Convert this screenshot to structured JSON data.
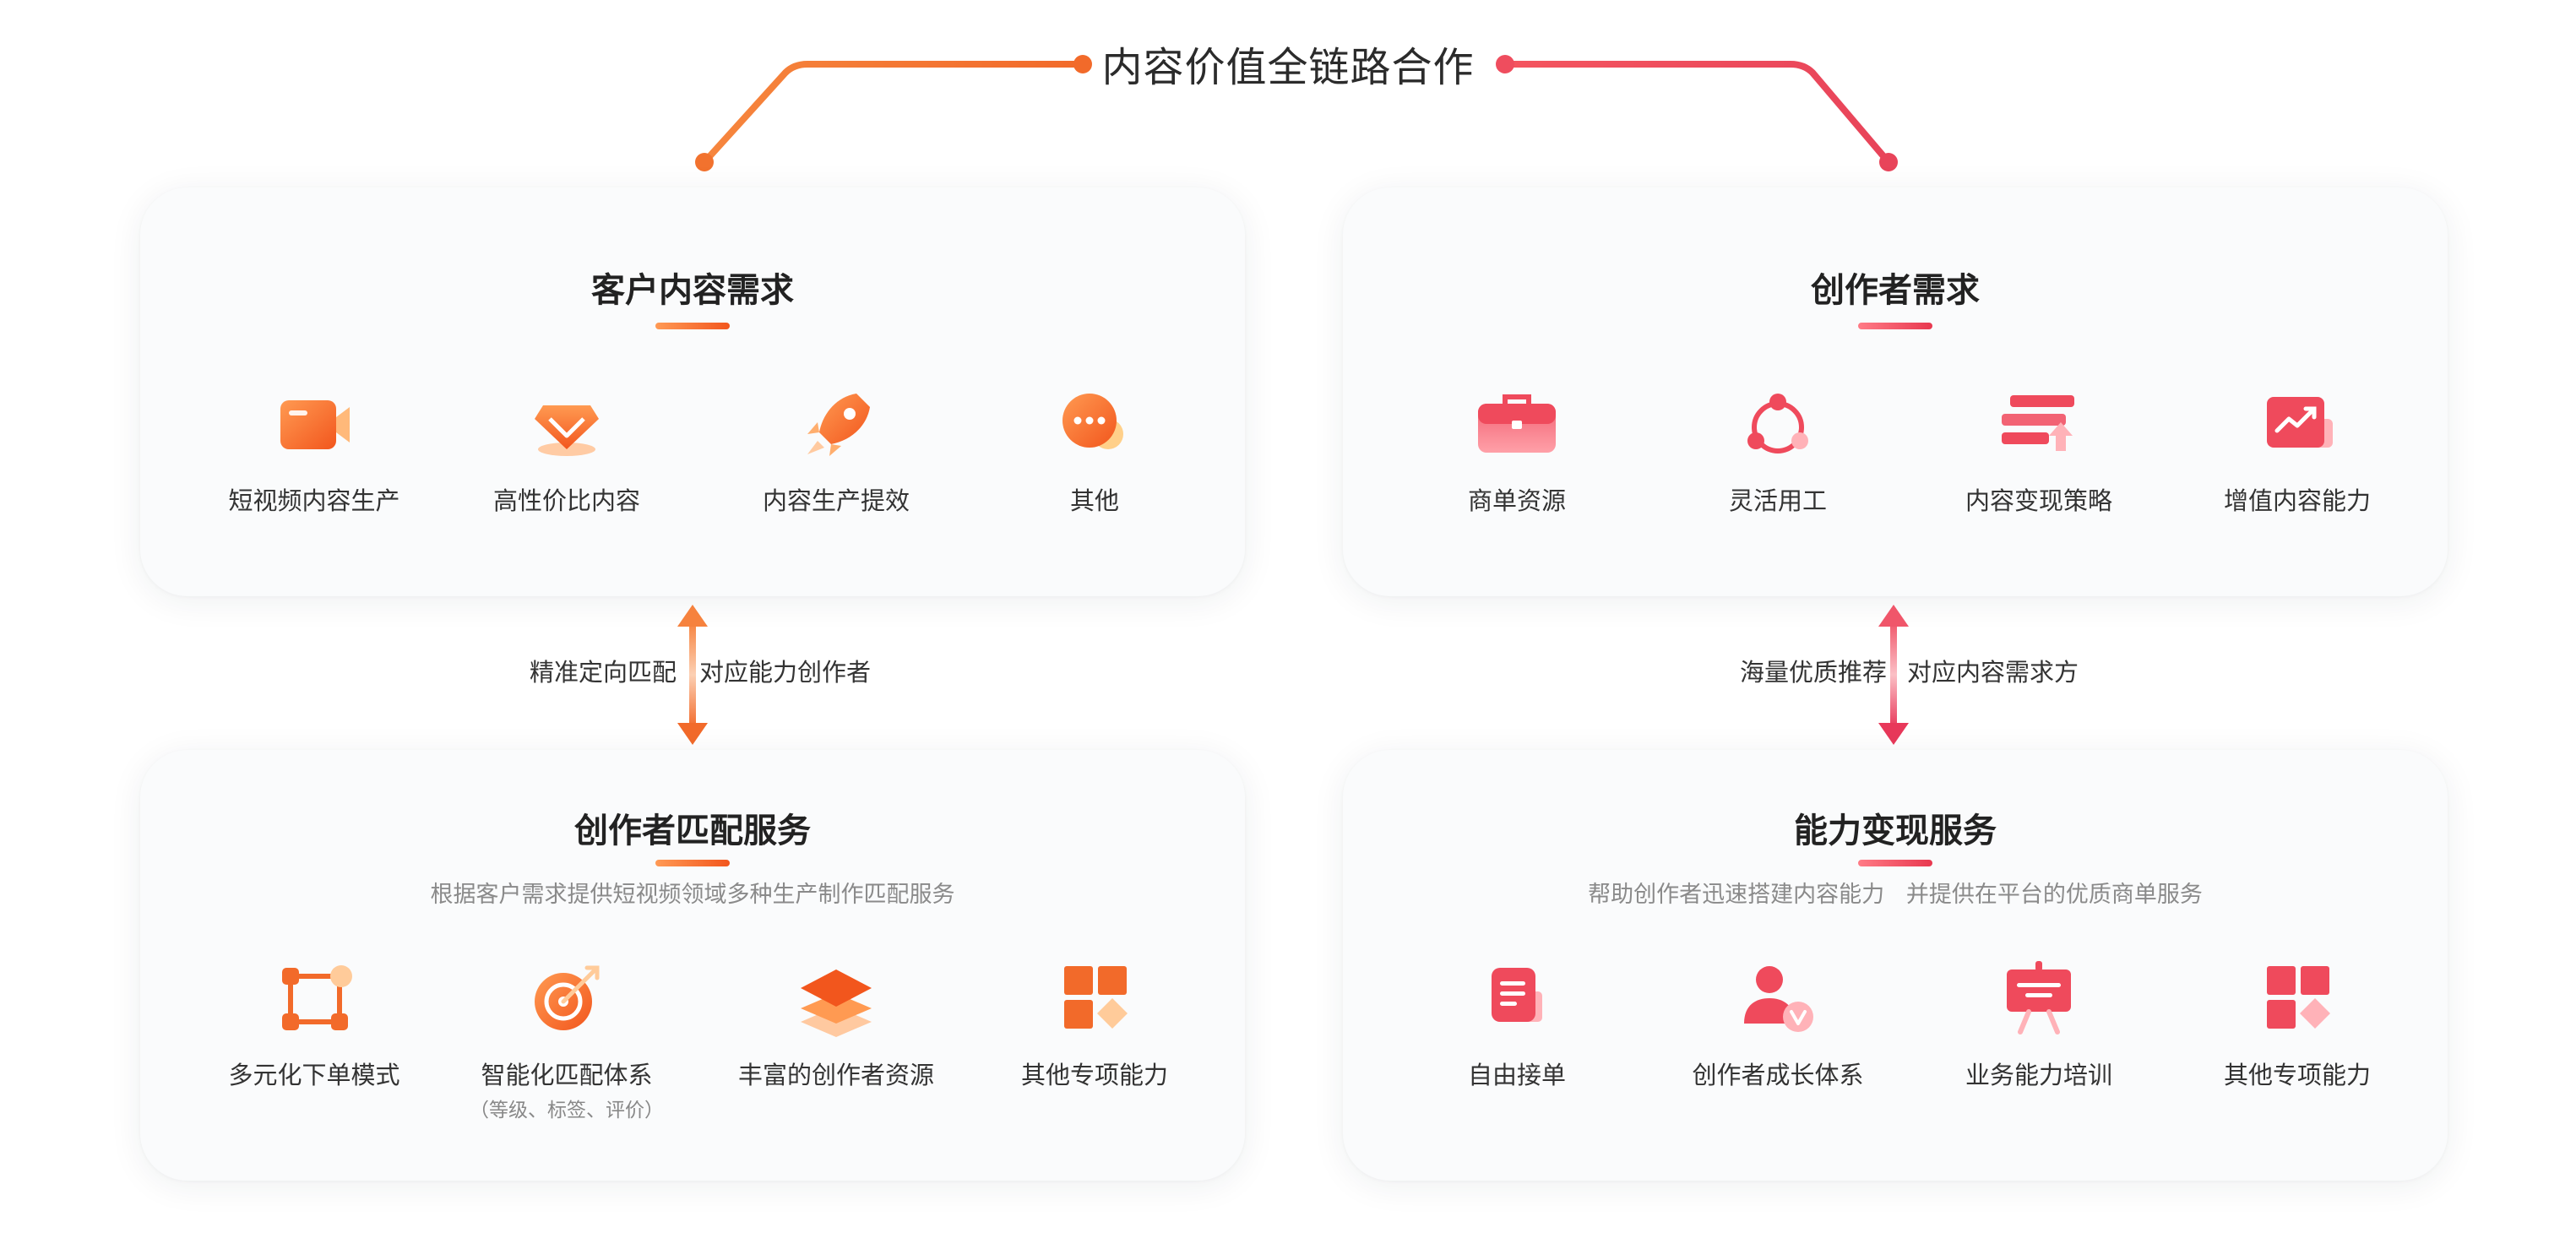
{
  "title": "内容价值全链路合作",
  "colors": {
    "orange": "#f26a2a",
    "red": "#ee4a5c",
    "card_bg": "#fafbfc",
    "text": "#333333",
    "muted": "#8a8a8a"
  },
  "cards": {
    "customer_needs": {
      "title": "客户内容需求",
      "items": [
        {
          "label": "短视频内容生产",
          "icon": "video-camera-icon"
        },
        {
          "label": "高性价比内容",
          "icon": "diamond-icon"
        },
        {
          "label": "内容生产提效",
          "icon": "rocket-icon"
        },
        {
          "label": "其他",
          "icon": "chat-bubble-icon"
        }
      ]
    },
    "creator_needs": {
      "title": "创作者需求",
      "items": [
        {
          "label": "商单资源",
          "icon": "briefcase-icon"
        },
        {
          "label": "灵活用工",
          "icon": "cycle-icon"
        },
        {
          "label": "内容变现策略",
          "icon": "strategy-stack-icon"
        },
        {
          "label": "增值内容能力",
          "icon": "trend-chart-icon"
        }
      ]
    },
    "creator_matching": {
      "title": "创作者匹配服务",
      "subtitle": "根据客户需求提供短视频领域多种生产制作匹配服务",
      "items": [
        {
          "label": "多元化下单模式",
          "icon": "nodes-icon"
        },
        {
          "label": "智能化匹配体系",
          "note": "（等级、标签、评价）",
          "icon": "target-icon"
        },
        {
          "label": "丰富的创作者资源",
          "icon": "layers-icon"
        },
        {
          "label": "其他专项能力",
          "icon": "grid-blocks-icon"
        }
      ]
    },
    "monetization": {
      "title": "能力变现服务",
      "subtitle": "帮助创作者迅速搭建内容能力   并提供在平台的优质商单服务",
      "items": [
        {
          "label": "自由接单",
          "icon": "document-icon"
        },
        {
          "label": "创作者成长体系",
          "icon": "verified-user-icon"
        },
        {
          "label": "业务能力培训",
          "icon": "presentation-board-icon"
        },
        {
          "label": "其他专项能力",
          "icon": "grid-blocks-icon"
        }
      ]
    }
  },
  "connectors": {
    "left": {
      "label_a": "精准定向匹配",
      "label_b": "对应能力创作者"
    },
    "right": {
      "label_a": "海量优质推荐",
      "label_b": "对应内容需求方"
    }
  }
}
